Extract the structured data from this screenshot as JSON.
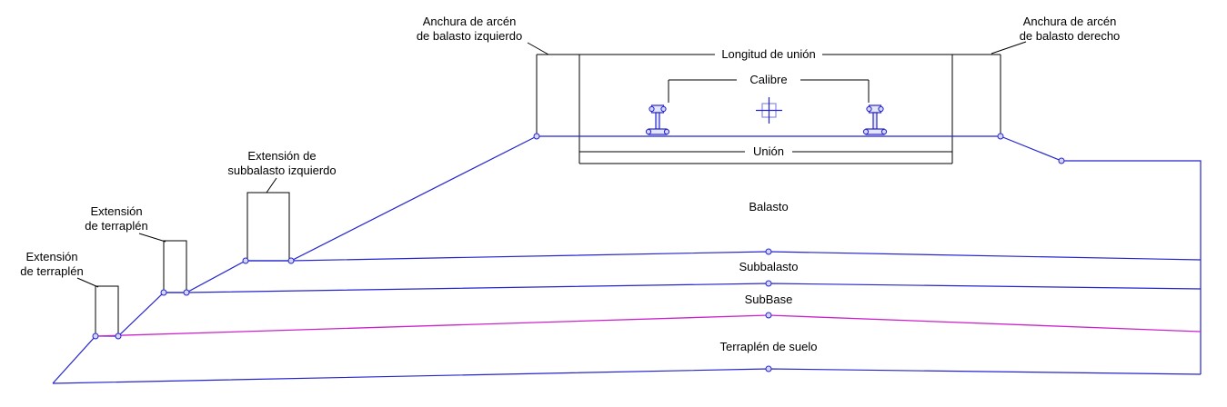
{
  "colors": {
    "geometry_line": "#2424cf",
    "embankment_top_line": "#cc22cc",
    "annotation_line": "#000000",
    "vertex_marker_fill": "#d6d6f8",
    "background": "#ffffff"
  },
  "labels": {
    "shoulder_left": {
      "line1": "Anchura de arcén",
      "line2": "de balasto izquierdo"
    },
    "shoulder_right": {
      "line1": "Anchura de arcén",
      "line2": "de balasto derecho"
    },
    "tie_length": "Longitud de unión",
    "gauge": "Calibre",
    "tie": "Unión",
    "ballast": "Balasto",
    "subballast": "Subbalasto",
    "subbase": "SubBase",
    "soil_embankment": "Terraplén de suelo",
    "subballast_extension_left": {
      "line1": "Extensión de",
      "line2": "subbalasto izquierdo"
    },
    "embankment_extension_upper": {
      "line1": "Extensión",
      "line2": "de terraplén"
    },
    "embankment_extension_lower": {
      "line1": "Extensión",
      "line2": "de terraplén"
    }
  }
}
